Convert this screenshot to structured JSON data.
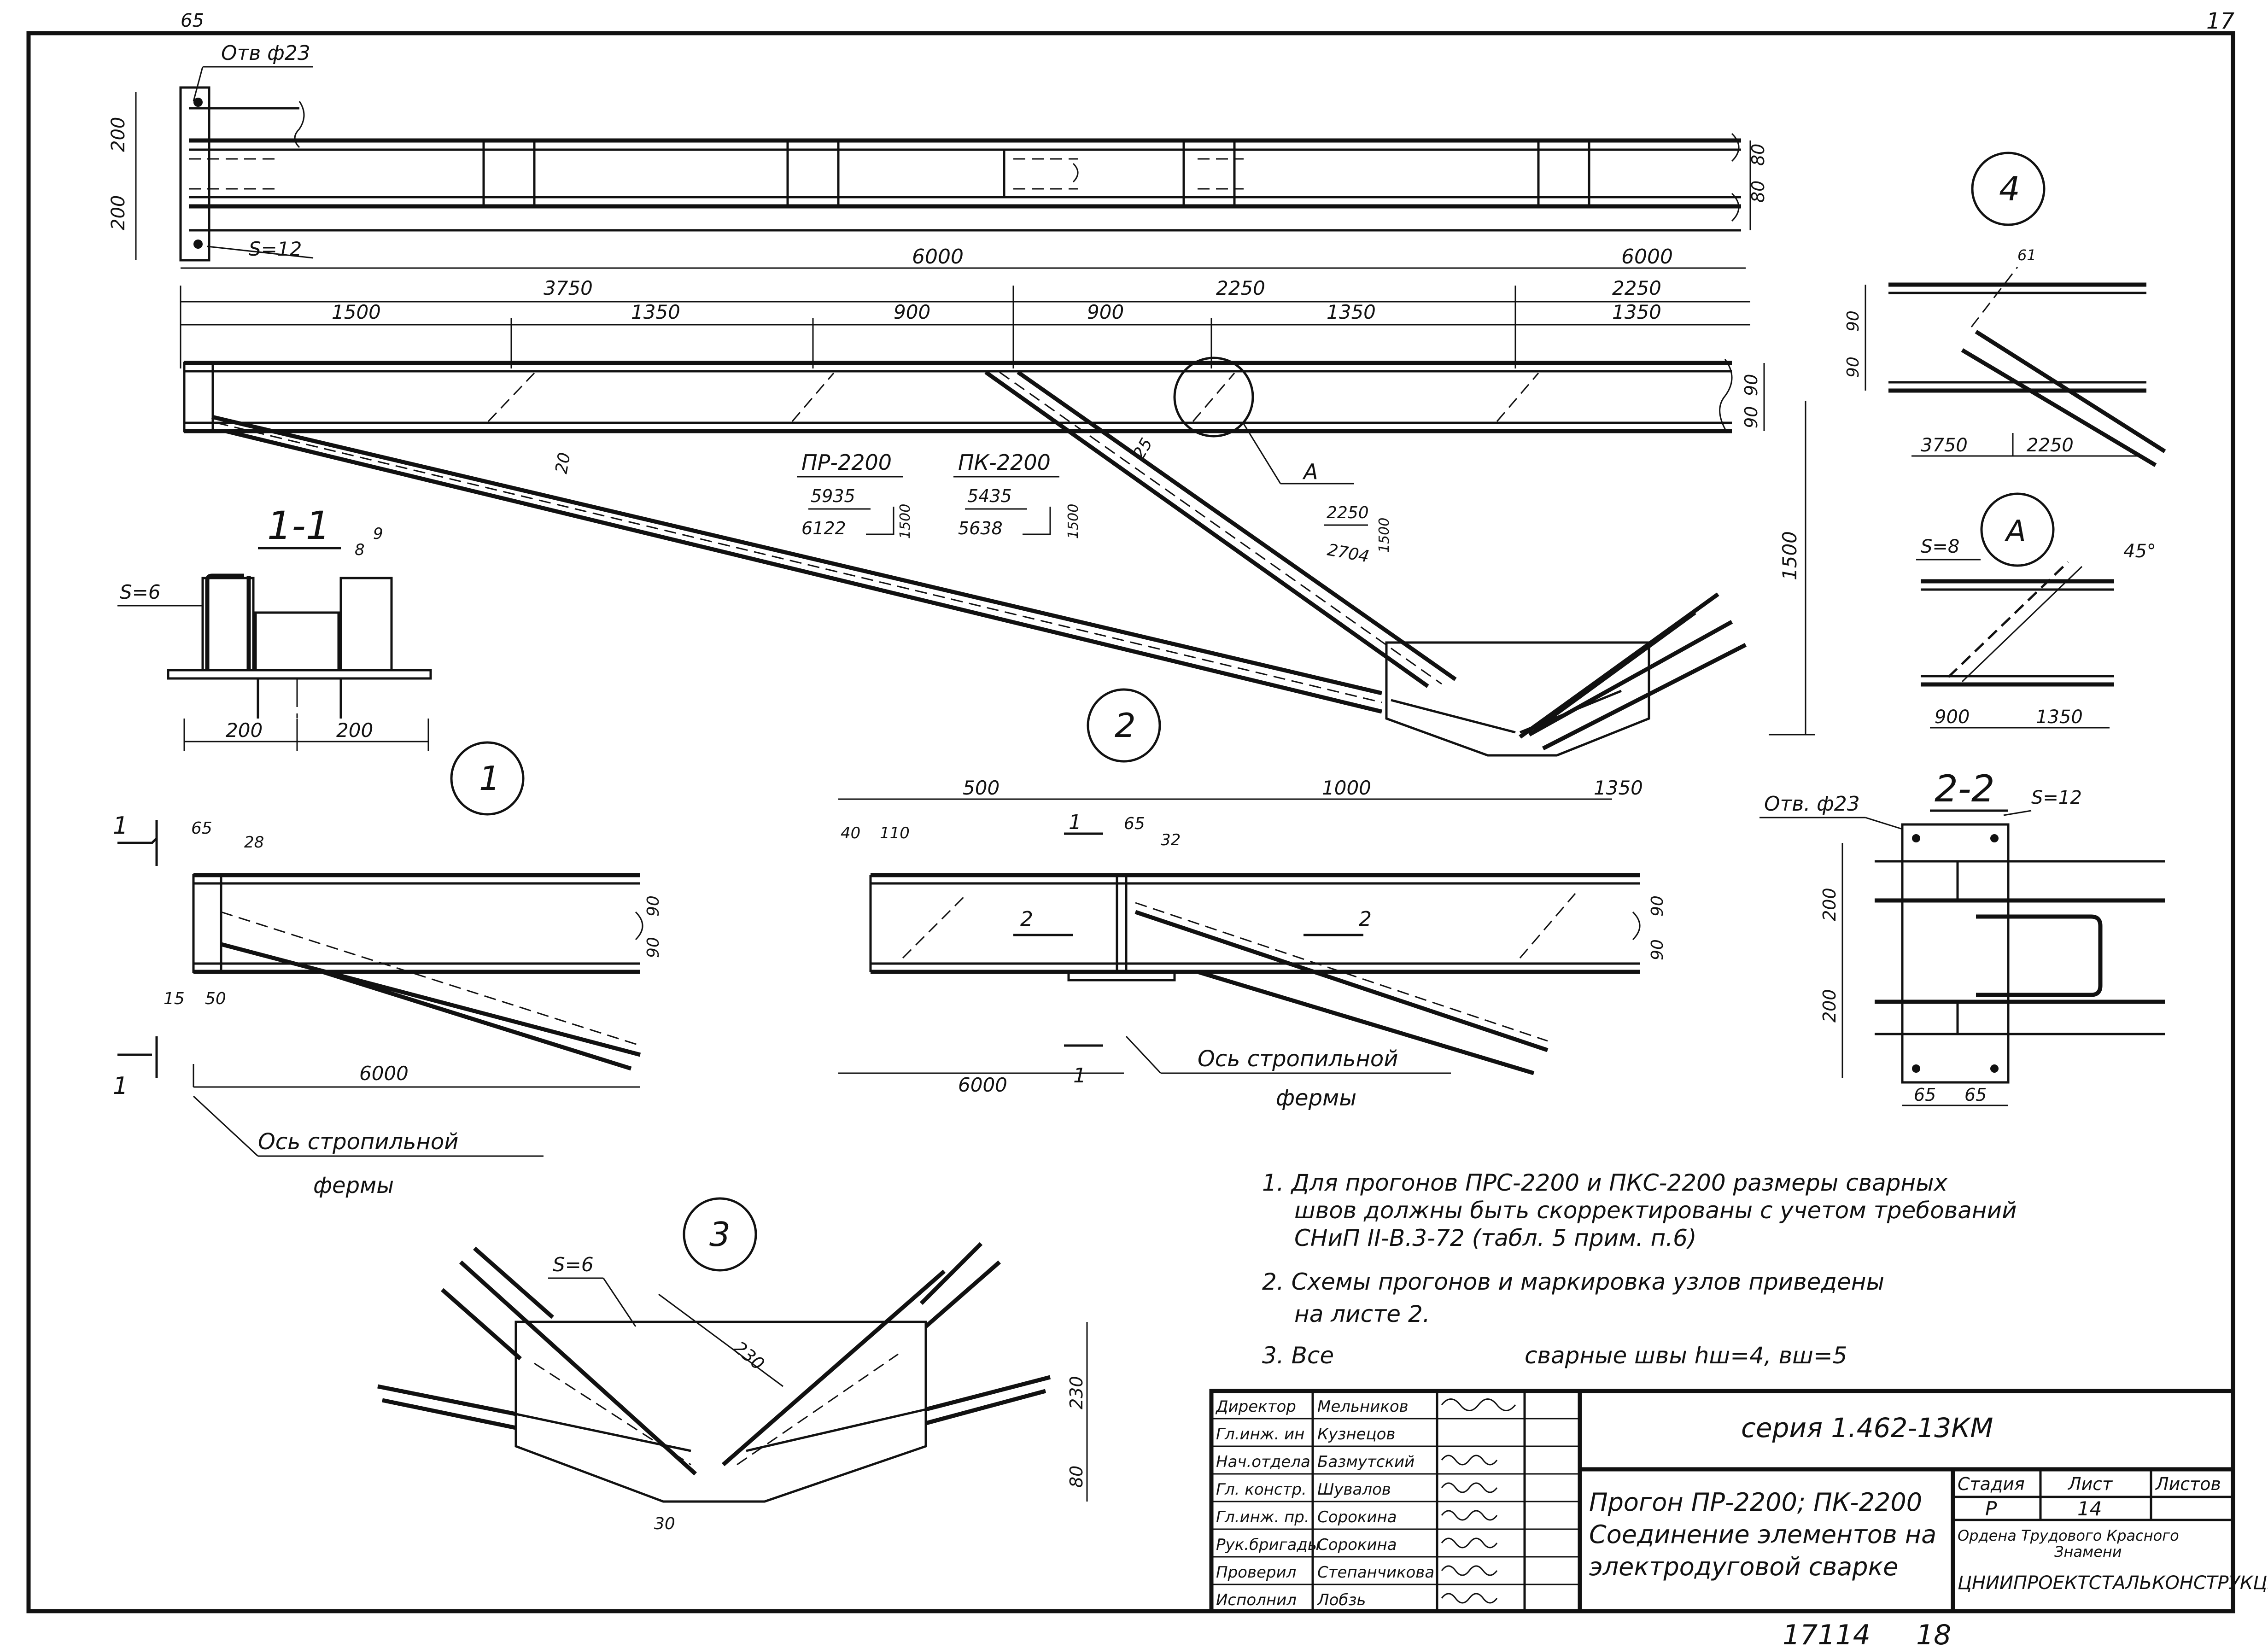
{
  "page": {
    "sheet_number": "17",
    "bottom_code_1": "17114",
    "bottom_code_2": "18"
  },
  "top_view": {
    "hole_label": "Отв ф23",
    "plate_width": "65",
    "plate_label": "S=12",
    "dim_left_upper": "200",
    "dim_left_lower": "200",
    "dim_right_upper": "80",
    "dim_right_lower": "80",
    "dim_bottom_left": "6000",
    "dim_bottom_right": "6000"
  },
  "elevation": {
    "dim_row1_left": "3750",
    "dim_row1_mid": "2250",
    "dim_row1_right": "2250",
    "dim_row2_a": "1500",
    "dim_row2_b": "1350",
    "dim_row2_c": "900",
    "dim_row2_d": "900",
    "dim_row2_e": "1350",
    "dim_row2_f": "1350",
    "dim_right_upper": "90",
    "dim_right_lower": "90",
    "dim_total_height": "1500",
    "weld_20": "20",
    "weld_25": "25",
    "label_pr": "ПР-2200",
    "label_pk": "ПК-2200",
    "pr_top": "5935",
    "pr_bottom": "6122",
    "pr_side": "1500",
    "pk_top": "5435",
    "pk_bottom": "5638",
    "pk_side": "1500",
    "incl_top": "2250",
    "incl_bottom": "2704",
    "incl_side": "1500",
    "callout_a": "А"
  },
  "section_1_1": {
    "title": "1-1",
    "plate_label": "S=6",
    "weld_8": "8",
    "weld_9": "9",
    "dim_left": "200",
    "dim_right": "200"
  },
  "node_1": {
    "number": "1",
    "section_mark_top": "1",
    "section_mark_bottom": "1",
    "dim_65": "65",
    "dim_28": "28",
    "dim_90a": "90",
    "dim_90b": "90",
    "dim_15": "15",
    "dim_50": "50",
    "dim_6000": "6000",
    "axis_label_1": "Ось стропильной",
    "axis_label_2": "фермы"
  },
  "node_2": {
    "number": "2",
    "dim_500": "500",
    "dim_1000": "1000",
    "dim_1350": "1350",
    "dim_40": "40",
    "dim_110": "110",
    "dim_65": "65",
    "dim_32": "32",
    "dim_90a": "90",
    "dim_90b": "90",
    "dim_6000": "6000",
    "sec_mark_top": "1",
    "sec_mark_bottom": "1",
    "sec_22_left": "2",
    "sec_22_right": "2",
    "axis_label_1": "Ось стропильной",
    "axis_label_2": "фермы"
  },
  "node_3": {
    "number": "3",
    "plate_label": "S=6",
    "dim_230": "230",
    "dim_230_right": "230",
    "dim_80": "80",
    "dim_30": "30"
  },
  "node_4": {
    "number": "4",
    "dim_61": "61",
    "dim_90a": "90",
    "dim_90b": "90",
    "dim_3750": "3750",
    "dim_2250": "2250"
  },
  "node_a": {
    "label": "А",
    "plate_label": "S=8",
    "angle": "45°",
    "dim_900": "900",
    "dim_1350": "1350"
  },
  "section_2_2": {
    "title": "2-2",
    "hole_label": "Отв. ф23",
    "plate_label": "S=12",
    "dim_200a": "200",
    "dim_200b": "200",
    "dim_65a": "65",
    "dim_65b": "65"
  },
  "notes": {
    "n1_line1": "1. Для прогонов ПРС-2200 и ПКС-2200 размеры сварных",
    "n1_line2": "швов должны быть скорректированы с учетом требований",
    "n1_line3": "СНиП II-В.3-72 (табл. 5 прим. п.6)",
    "n2_line1": "2. Схемы прогонов и маркировка узлов приведены",
    "n2_line2": "на листе 2.",
    "n3_part1": "3. Все",
    "n3_part2": "сварные швы hш=4, вш=5"
  },
  "title_block": {
    "series": "серия 1.462-13КМ",
    "title_line1": "Прогон ПР-2200; ПК-2200",
    "title_line2": "Соединение элементов на",
    "title_line3": "электродуговой сварке",
    "stage_header": "Стадия",
    "sheet_header": "Лист",
    "sheets_header": "Листов",
    "stage_value": "Р",
    "sheet_value": "14",
    "org_line1": "Ордена Трудового Красного",
    "org_line2": "Знамени",
    "org_line3": "ЦНИИПРОЕКТСТАЛЬКОНСТРУКЦИЯ",
    "staff": [
      {
        "role": "Директор",
        "name": "Мельников"
      },
      {
        "role": "Гл.инж. ин",
        "name": "Кузнецов"
      },
      {
        "role": "Нач.отдела",
        "name": "Базмутский"
      },
      {
        "role": "Гл. констр.",
        "name": "Шувалов"
      },
      {
        "role": "Гл.инж. пр.",
        "name": "Сорокина"
      },
      {
        "role": "Рук.бригады",
        "name": "Сорокина"
      },
      {
        "role": "Проверил",
        "name": "Степанчикова"
      },
      {
        "role": "Исполнил",
        "name": "Лобзь"
      }
    ]
  }
}
